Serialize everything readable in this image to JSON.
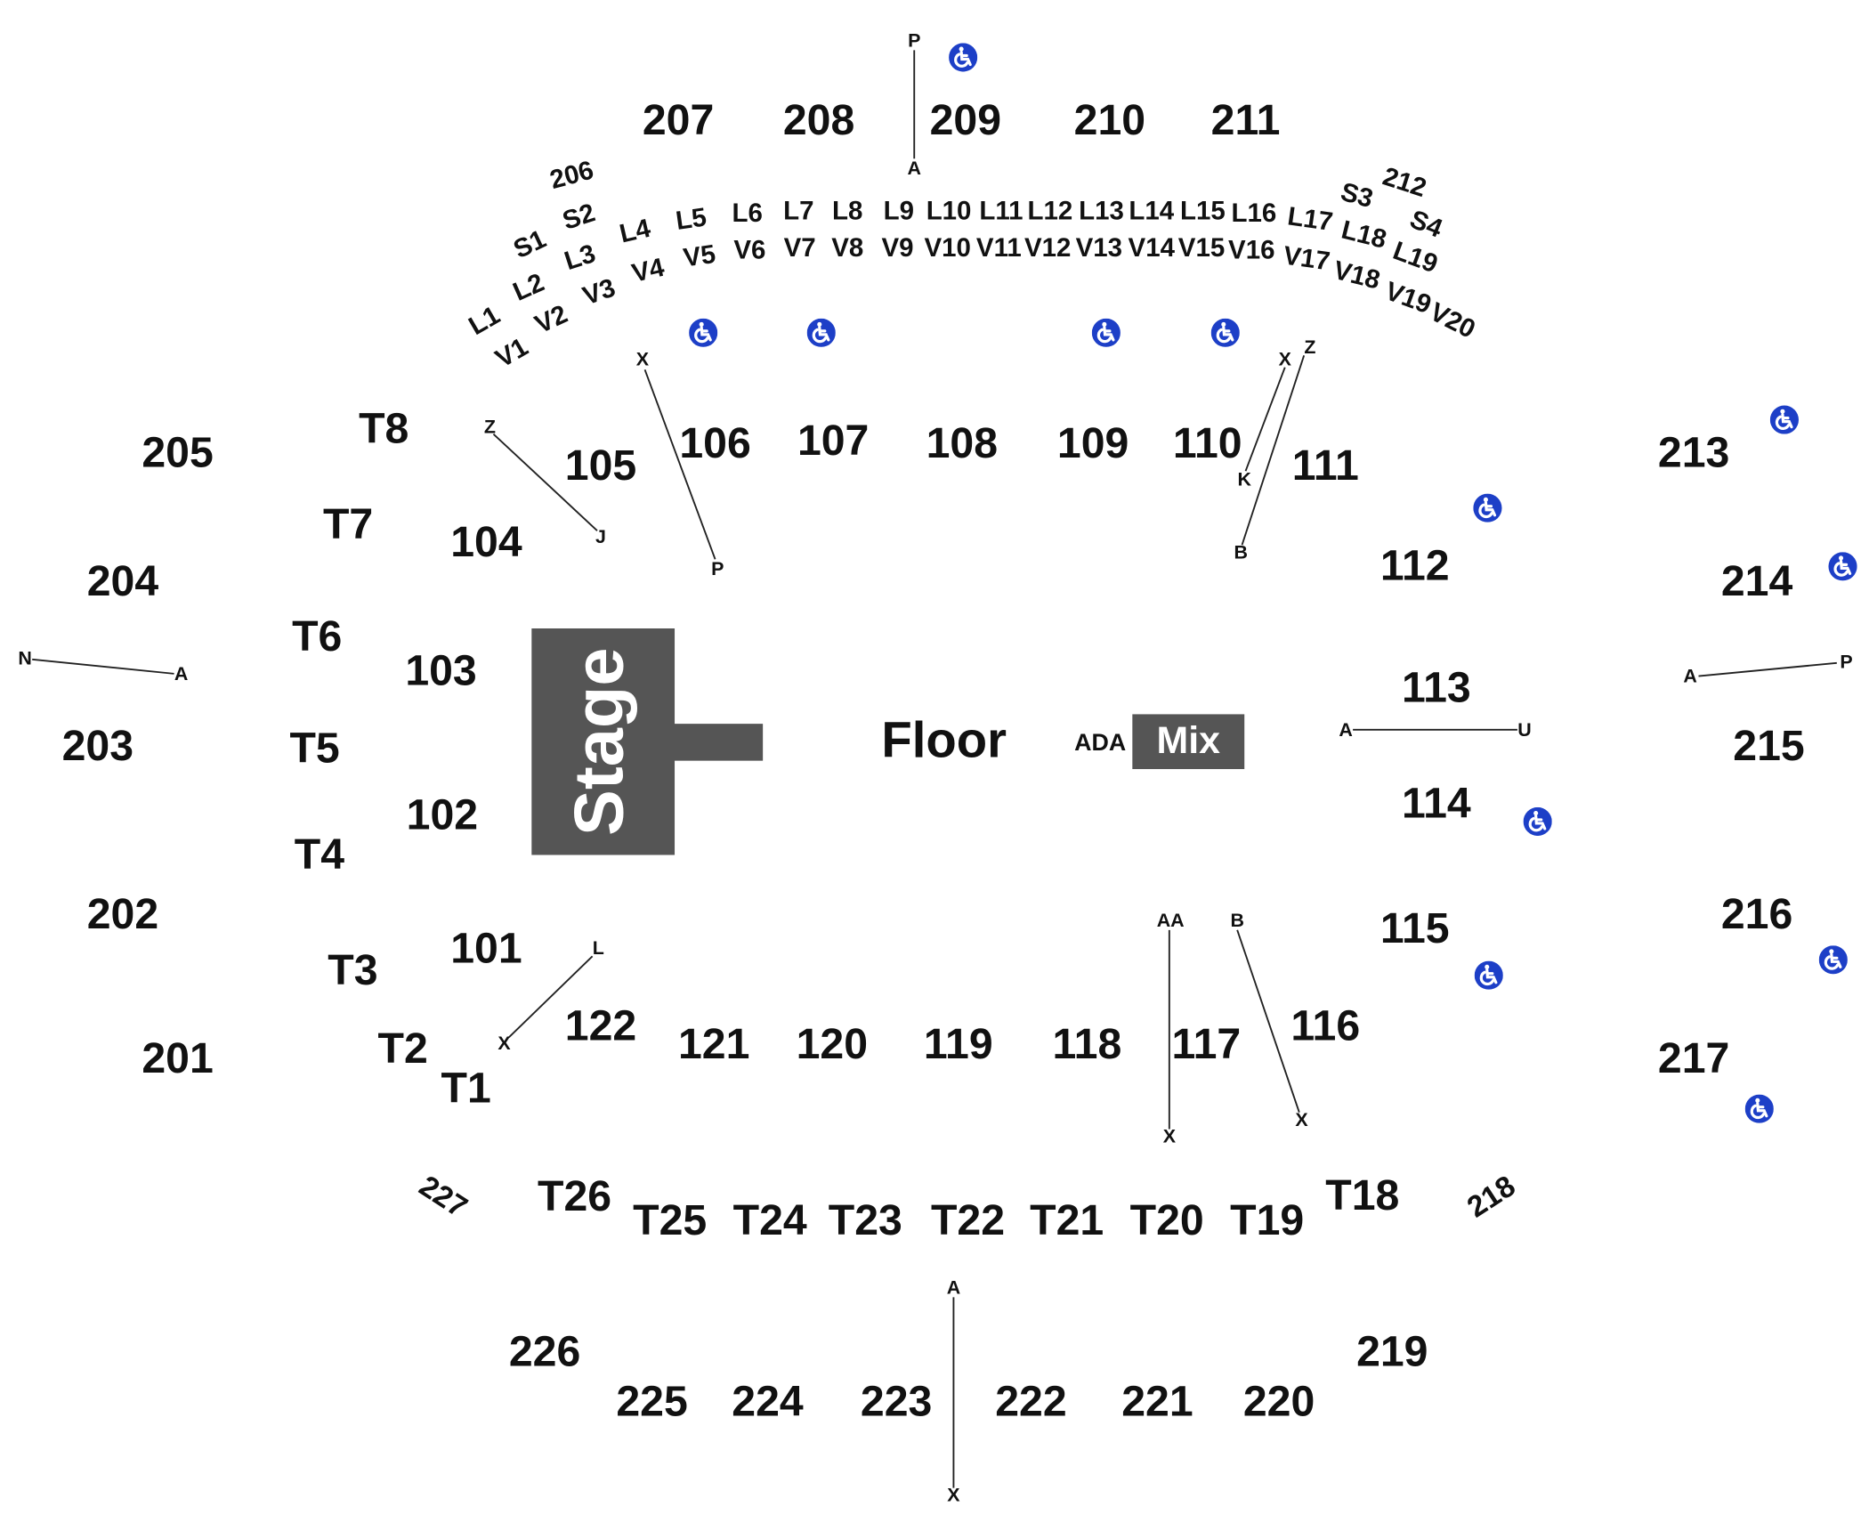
{
  "colors": {
    "stage": "#555555",
    "mix": "#555555",
    "ada_icon": "#1d3fc7"
  },
  "stage": {
    "label": "Stage"
  },
  "floor": {
    "label": "Floor"
  },
  "mix": {
    "label": "Mix"
  },
  "ada_area": {
    "label": "ADA"
  },
  "sections_lower": [
    "101",
    "102",
    "103",
    "104",
    "105",
    "106",
    "107",
    "108",
    "109",
    "110",
    "111",
    "112",
    "113",
    "114",
    "115",
    "116",
    "117",
    "118",
    "119",
    "120",
    "121",
    "122"
  ],
  "sections_upper": [
    "201",
    "202",
    "203",
    "204",
    "205",
    "206",
    "207",
    "208",
    "209",
    "210",
    "211",
    "212",
    "213",
    "214",
    "215",
    "216",
    "217",
    "218",
    "219",
    "220",
    "221",
    "222",
    "223",
    "224",
    "225",
    "226",
    "227"
  ],
  "tables": [
    "T1",
    "T2",
    "T3",
    "T4",
    "T5",
    "T6",
    "T7",
    "T8",
    "T18",
    "T19",
    "T20",
    "T21",
    "T22",
    "T23",
    "T24",
    "T25",
    "T26"
  ],
  "suites": [
    "S1",
    "S2",
    "S3",
    "S4"
  ],
  "loges": [
    "L1",
    "L2",
    "L3",
    "L4",
    "L5",
    "L6",
    "L7",
    "L8",
    "L9",
    "L10",
    "L11",
    "L12",
    "L13",
    "L14",
    "L15",
    "L16",
    "L17",
    "L18",
    "L19"
  ],
  "vip_boxes": [
    "V1",
    "V2",
    "V3",
    "V4",
    "V5",
    "V6",
    "V7",
    "V8",
    "V9",
    "V10",
    "V11",
    "V12",
    "V13",
    "V14",
    "V15",
    "V16",
    "V17",
    "V18",
    "V19",
    "V20"
  ],
  "row_markers": {
    "s209_top": "P",
    "s209_bottom": "A",
    "s106_top": "X",
    "s106_bottom": "P",
    "s105_top": "Z",
    "s105_bottom": "J",
    "s110_top": "X",
    "s110_bottom": "K",
    "s111_top": "Z",
    "s111_bottom": "B",
    "s203_left": "N",
    "s203_right": "A",
    "s215_left": "A",
    "s215_right": "P",
    "s113_left": "A",
    "s113_right": "U",
    "s122_top": "L",
    "s122_bottom": "X",
    "s117_top": "AA",
    "s117_bottom": "X",
    "s116_top": "B",
    "s116_bottom": "X",
    "s223_top": "A",
    "s223_bottom": "X"
  },
  "accessibility_icon": "wheelchair-icon"
}
